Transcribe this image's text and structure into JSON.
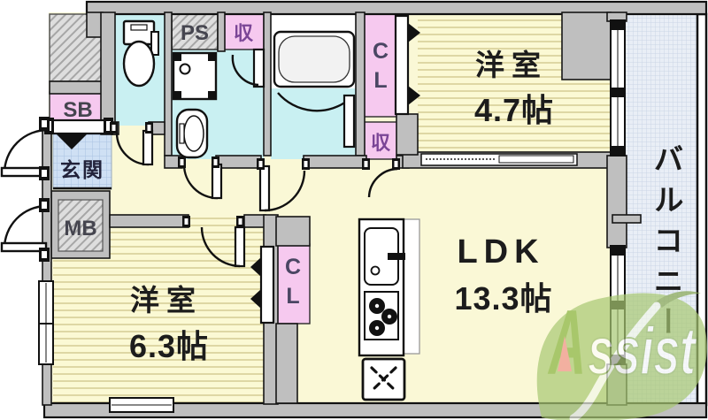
{
  "floorplan": {
    "entrance": {
      "label": "玄関"
    },
    "shoe_box": {
      "label": "SB"
    },
    "meter_box": {
      "label": "MB"
    },
    "pipe_space": {
      "label": "PS"
    },
    "storage_upper": {
      "label": "収"
    },
    "storage_hall": {
      "label": "収"
    },
    "closet_bedroom1": {
      "label": "CL"
    },
    "closet_bedroom2": {
      "label": "CL"
    },
    "bedroom1": {
      "name": "洋室",
      "size": "4.7帖"
    },
    "bedroom2": {
      "name": "洋室",
      "size": "6.3帖"
    },
    "living": {
      "name": "LDK",
      "size": "13.3帖"
    },
    "balcony": {
      "label": "バルコニー"
    }
  },
  "watermark": {
    "initial": "A",
    "rest": "ssist"
  },
  "colors": {
    "room_yellow": "#faf8d6",
    "stripe_line": "#ded7a4",
    "wet_area_cyan": "#c9f0f2",
    "closet_pink": "#f6c9ef",
    "wall_gray": "#bfbfbf",
    "entrance_tile_blue": "#cfe0f4",
    "balcony_blue": "#e9eef6",
    "logo_leaf_green": "#a8c873",
    "logo_letter_green": "#86b33e",
    "logo_accent_pink": "#f0938a"
  }
}
